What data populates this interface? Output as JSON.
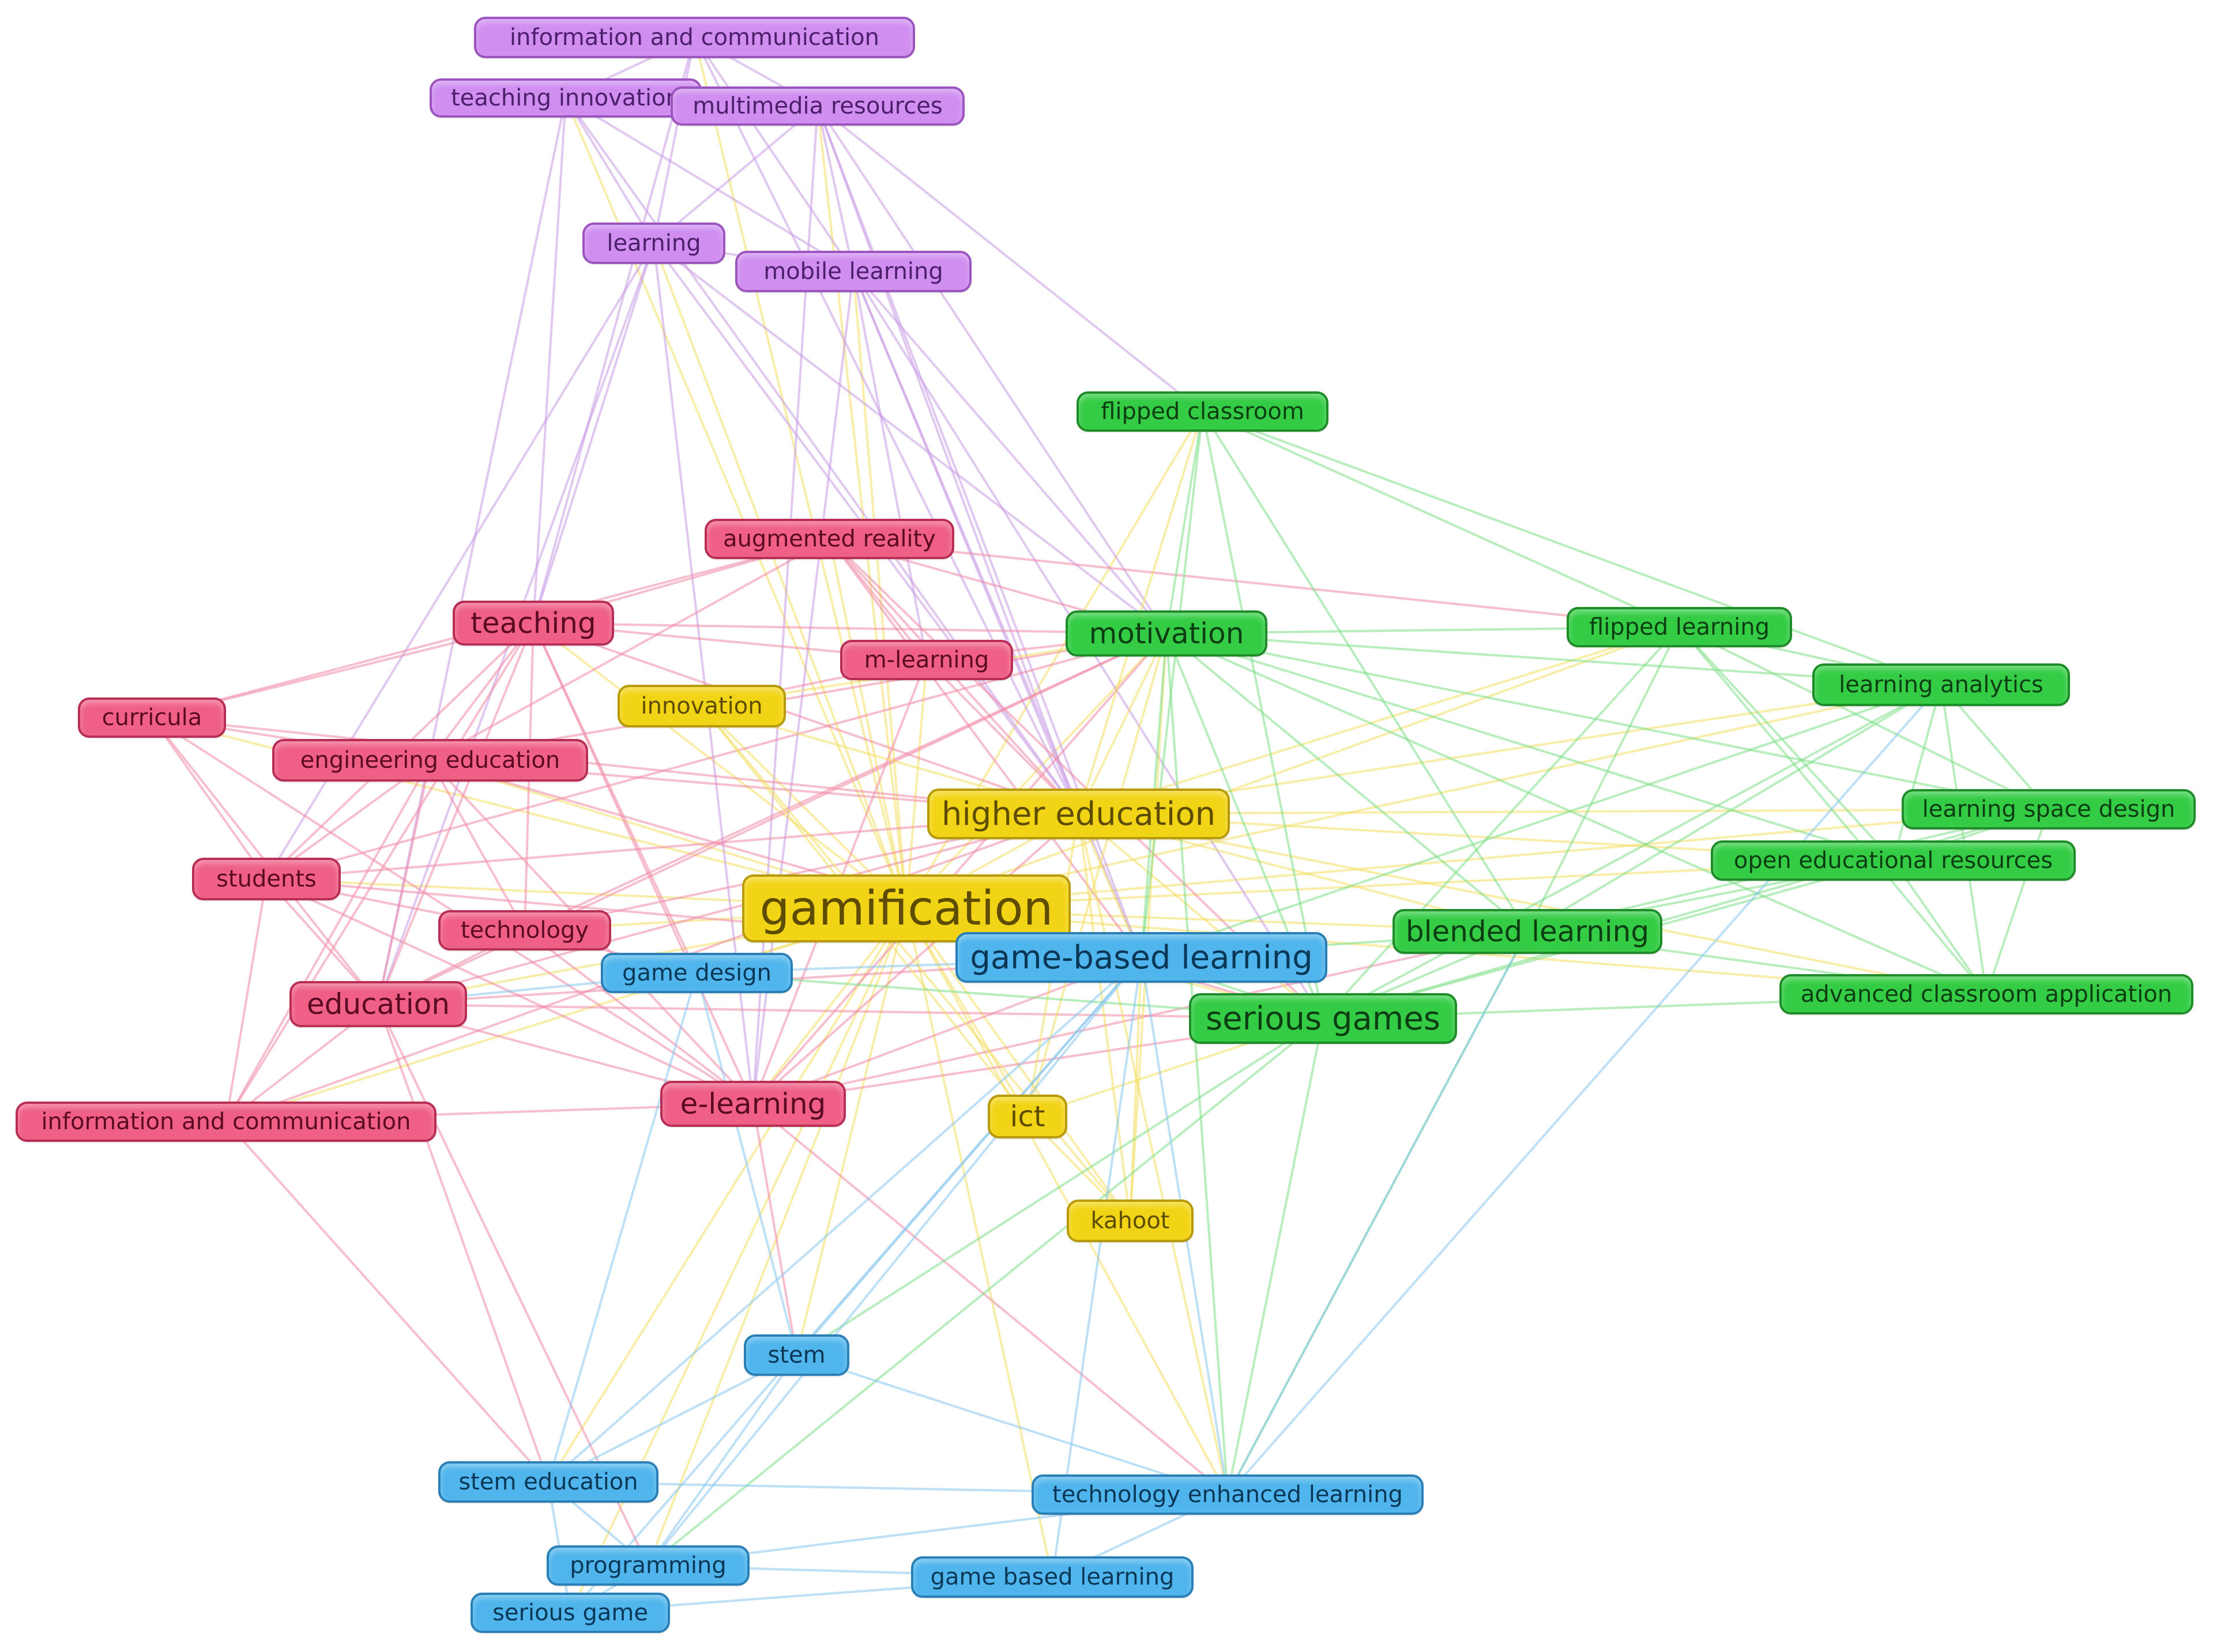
{
  "clusters": {
    "purple": {
      "fill": "#cf8ef0",
      "border": "#9c55be",
      "text": "#4b1f6a",
      "edge": "#c89ae6"
    },
    "red": {
      "fill": "#ef5f86",
      "border": "#b82e55",
      "text": "#5a0a22",
      "edge": "#f08aa6"
    },
    "yellow": {
      "fill": "#f2d416",
      "border": "#b79a06",
      "text": "#5e4c00",
      "edge": "#f3de62"
    },
    "green": {
      "fill": "#33cc44",
      "border": "#1f8c2a",
      "text": "#0d3d12",
      "edge": "#7ddf86"
    },
    "blue": {
      "fill": "#4fb5ec",
      "border": "#2a80b6",
      "text": "#0b3756",
      "edge": "#86c6ee"
    }
  },
  "nodes": [
    {
      "id": "info-comm-purple",
      "label": "information and communication",
      "cluster": "purple",
      "size": "s"
    },
    {
      "id": "teaching-innovation",
      "label": "teaching innovation",
      "cluster": "purple",
      "size": "s"
    },
    {
      "id": "multimedia-resources",
      "label": "multimedia resources",
      "cluster": "purple",
      "size": "s"
    },
    {
      "id": "learning",
      "label": "learning",
      "cluster": "purple",
      "size": "s"
    },
    {
      "id": "mobile-learning",
      "label": "mobile learning",
      "cluster": "purple",
      "size": "s"
    },
    {
      "id": "augmented-reality",
      "label": "augmented reality",
      "cluster": "red",
      "size": "s"
    },
    {
      "id": "teaching",
      "label": "teaching",
      "cluster": "red",
      "size": "m"
    },
    {
      "id": "m-learning",
      "label": "m-learning",
      "cluster": "red",
      "size": "s"
    },
    {
      "id": "curricula",
      "label": "curricula",
      "cluster": "red",
      "size": "s"
    },
    {
      "id": "engineering-education",
      "label": "engineering education",
      "cluster": "red",
      "size": "s"
    },
    {
      "id": "students",
      "label": "students",
      "cluster": "red",
      "size": "s"
    },
    {
      "id": "technology",
      "label": "technology",
      "cluster": "red",
      "size": "s"
    },
    {
      "id": "education",
      "label": "education",
      "cluster": "red",
      "size": "m"
    },
    {
      "id": "e-learning",
      "label": "e-learning",
      "cluster": "red",
      "size": "m"
    },
    {
      "id": "info-comm-red",
      "label": "information and communication",
      "cluster": "red",
      "size": "s"
    },
    {
      "id": "innovation",
      "label": "innovation",
      "cluster": "yellow",
      "size": "s"
    },
    {
      "id": "higher-education",
      "label": "higher education",
      "cluster": "yellow",
      "size": "l"
    },
    {
      "id": "gamification",
      "label": "gamification",
      "cluster": "yellow",
      "size": "xl"
    },
    {
      "id": "ict",
      "label": "ict",
      "cluster": "yellow",
      "size": "m"
    },
    {
      "id": "kahoot",
      "label": "kahoot",
      "cluster": "yellow",
      "size": "s"
    },
    {
      "id": "flipped-classroom",
      "label": "flipped classroom",
      "cluster": "green",
      "size": "s"
    },
    {
      "id": "motivation",
      "label": "motivation",
      "cluster": "green",
      "size": "m"
    },
    {
      "id": "flipped-learning",
      "label": "flipped learning",
      "cluster": "green",
      "size": "s"
    },
    {
      "id": "learning-analytics",
      "label": "learning analytics",
      "cluster": "green",
      "size": "s"
    },
    {
      "id": "learning-space-design",
      "label": "learning space design",
      "cluster": "green",
      "size": "s"
    },
    {
      "id": "open-educational-resources",
      "label": "open educational resources",
      "cluster": "green",
      "size": "s"
    },
    {
      "id": "blended-learning",
      "label": "blended learning",
      "cluster": "green",
      "size": "m"
    },
    {
      "id": "advanced-classroom-application",
      "label": "advanced classroom application",
      "cluster": "green",
      "size": "s"
    },
    {
      "id": "serious-games",
      "label": "serious games",
      "cluster": "green",
      "size": "l"
    },
    {
      "id": "game-based-learning-hyphen",
      "label": "game-based learning",
      "cluster": "blue",
      "size": "l"
    },
    {
      "id": "game-design",
      "label": "game design",
      "cluster": "blue",
      "size": "s"
    },
    {
      "id": "stem",
      "label": "stem",
      "cluster": "blue",
      "size": "s"
    },
    {
      "id": "stem-education",
      "label": "stem education",
      "cluster": "blue",
      "size": "s"
    },
    {
      "id": "technology-enhanced-learning",
      "label": "technology enhanced learning",
      "cluster": "blue",
      "size": "s"
    },
    {
      "id": "programming",
      "label": "programming",
      "cluster": "blue",
      "size": "s"
    },
    {
      "id": "game-based-learning",
      "label": "game based learning",
      "cluster": "blue",
      "size": "s"
    },
    {
      "id": "serious-game",
      "label": "serious game",
      "cluster": "blue",
      "size": "s"
    }
  ],
  "edges": [
    [
      "gamification",
      "higher-education"
    ],
    [
      "gamification",
      "game-based-learning-hyphen"
    ],
    [
      "gamification",
      "serious-games"
    ],
    [
      "gamification",
      "motivation"
    ],
    [
      "gamification",
      "blended-learning"
    ],
    [
      "gamification",
      "e-learning"
    ],
    [
      "gamification",
      "education"
    ],
    [
      "gamification",
      "teaching"
    ],
    [
      "gamification",
      "engineering-education"
    ],
    [
      "gamification",
      "students"
    ],
    [
      "gamification",
      "technology"
    ],
    [
      "gamification",
      "curricula"
    ],
    [
      "gamification",
      "info-comm-red"
    ],
    [
      "gamification",
      "augmented-reality"
    ],
    [
      "gamification",
      "m-learning"
    ],
    [
      "gamification",
      "innovation"
    ],
    [
      "gamification",
      "ict"
    ],
    [
      "gamification",
      "kahoot"
    ],
    [
      "gamification",
      "flipped-classroom"
    ],
    [
      "gamification",
      "flipped-learning"
    ],
    [
      "gamification",
      "learning-analytics"
    ],
    [
      "gamification",
      "learning-space-design"
    ],
    [
      "gamification",
      "open-educational-resources"
    ],
    [
      "gamification",
      "advanced-classroom-application"
    ],
    [
      "gamification",
      "game-design"
    ],
    [
      "gamification",
      "stem"
    ],
    [
      "gamification",
      "stem-education"
    ],
    [
      "gamification",
      "technology-enhanced-learning"
    ],
    [
      "gamification",
      "programming"
    ],
    [
      "gamification",
      "game-based-learning"
    ],
    [
      "gamification",
      "serious-game"
    ],
    [
      "gamification",
      "learning"
    ],
    [
      "gamification",
      "mobile-learning"
    ],
    [
      "gamification",
      "multimedia-resources"
    ],
    [
      "gamification",
      "teaching-innovation"
    ],
    [
      "gamification",
      "info-comm-purple"
    ],
    [
      "info-comm-purple",
      "teaching-innovation"
    ],
    [
      "info-comm-purple",
      "multimedia-resources"
    ],
    [
      "info-comm-purple",
      "learning"
    ],
    [
      "info-comm-purple",
      "mobile-learning"
    ],
    [
      "info-comm-purple",
      "higher-education"
    ],
    [
      "info-comm-purple",
      "teaching"
    ],
    [
      "teaching-innovation",
      "multimedia-resources"
    ],
    [
      "teaching-innovation",
      "learning"
    ],
    [
      "teaching-innovation",
      "mobile-learning"
    ],
    [
      "teaching-innovation",
      "teaching"
    ],
    [
      "teaching-innovation",
      "education"
    ],
    [
      "teaching-innovation",
      "higher-education"
    ],
    [
      "multimedia-resources",
      "learning"
    ],
    [
      "multimedia-resources",
      "mobile-learning"
    ],
    [
      "multimedia-resources",
      "flipped-classroom"
    ],
    [
      "multimedia-resources",
      "motivation"
    ],
    [
      "multimedia-resources",
      "higher-education"
    ],
    [
      "multimedia-resources",
      "e-learning"
    ],
    [
      "multimedia-resources",
      "game-based-learning-hyphen"
    ],
    [
      "learning",
      "mobile-learning"
    ],
    [
      "learning",
      "teaching"
    ],
    [
      "learning",
      "higher-education"
    ],
    [
      "learning",
      "e-learning"
    ],
    [
      "learning",
      "education"
    ],
    [
      "learning",
      "motivation"
    ],
    [
      "learning",
      "students"
    ],
    [
      "mobile-learning",
      "m-learning"
    ],
    [
      "mobile-learning",
      "higher-education"
    ],
    [
      "mobile-learning",
      "motivation"
    ],
    [
      "mobile-learning",
      "game-based-learning-hyphen"
    ],
    [
      "mobile-learning",
      "serious-games"
    ],
    [
      "mobile-learning",
      "e-learning"
    ],
    [
      "teaching",
      "engineering-education"
    ],
    [
      "teaching",
      "students"
    ],
    [
      "teaching",
      "curricula"
    ],
    [
      "teaching",
      "education"
    ],
    [
      "teaching",
      "technology"
    ],
    [
      "teaching",
      "e-learning"
    ],
    [
      "teaching",
      "motivation"
    ],
    [
      "teaching",
      "higher-education"
    ],
    [
      "teaching",
      "augmented-reality"
    ],
    [
      "teaching",
      "m-learning"
    ],
    [
      "teaching",
      "info-comm-red"
    ],
    [
      "teaching",
      "game-design"
    ],
    [
      "curricula",
      "engineering-education"
    ],
    [
      "curricula",
      "students"
    ],
    [
      "curricula",
      "education"
    ],
    [
      "curricula",
      "augmented-reality"
    ],
    [
      "curricula",
      "higher-education"
    ],
    [
      "curricula",
      "e-learning"
    ],
    [
      "engineering-education",
      "students"
    ],
    [
      "engineering-education",
      "education"
    ],
    [
      "engineering-education",
      "technology"
    ],
    [
      "engineering-education",
      "e-learning"
    ],
    [
      "engineering-education",
      "higher-education"
    ],
    [
      "engineering-education",
      "info-comm-red"
    ],
    [
      "engineering-education",
      "augmented-reality"
    ],
    [
      "engineering-education",
      "motivation"
    ],
    [
      "engineering-education",
      "serious-games"
    ],
    [
      "students",
      "education"
    ],
    [
      "students",
      "technology"
    ],
    [
      "students",
      "e-learning"
    ],
    [
      "students",
      "info-comm-red"
    ],
    [
      "students",
      "higher-education"
    ],
    [
      "students",
      "motivation"
    ],
    [
      "students",
      "game-based-learning-hyphen"
    ],
    [
      "education",
      "technology"
    ],
    [
      "education",
      "e-learning"
    ],
    [
      "education",
      "info-comm-red"
    ],
    [
      "education",
      "higher-education"
    ],
    [
      "education",
      "game-based-learning-hyphen"
    ],
    [
      "education",
      "serious-games"
    ],
    [
      "education",
      "motivation"
    ],
    [
      "education",
      "stem-education"
    ],
    [
      "education",
      "programming"
    ],
    [
      "technology",
      "e-learning"
    ],
    [
      "technology",
      "higher-education"
    ],
    [
      "technology",
      "game-design"
    ],
    [
      "technology",
      "motivation"
    ],
    [
      "info-comm-red",
      "e-learning"
    ],
    [
      "info-comm-red",
      "higher-education"
    ],
    [
      "info-comm-red",
      "stem-education"
    ],
    [
      "augmented-reality",
      "m-learning"
    ],
    [
      "augmented-reality",
      "higher-education"
    ],
    [
      "augmented-reality",
      "motivation"
    ],
    [
      "augmented-reality",
      "game-based-learning-hyphen"
    ],
    [
      "augmented-reality",
      "serious-games"
    ],
    [
      "augmented-reality",
      "flipped-learning"
    ],
    [
      "m-learning",
      "higher-education"
    ],
    [
      "m-learning",
      "motivation"
    ],
    [
      "m-learning",
      "e-learning"
    ],
    [
      "m-learning",
      "innovation"
    ],
    [
      "e-learning",
      "higher-education"
    ],
    [
      "e-learning",
      "motivation"
    ],
    [
      "e-learning",
      "serious-games"
    ],
    [
      "e-learning",
      "game-based-learning-hyphen"
    ],
    [
      "e-learning",
      "technology-enhanced-learning"
    ],
    [
      "e-learning",
      "stem"
    ],
    [
      "e-learning",
      "blended-learning"
    ],
    [
      "innovation",
      "higher-education"
    ],
    [
      "innovation",
      "ict"
    ],
    [
      "innovation",
      "kahoot"
    ],
    [
      "innovation",
      "motivation"
    ],
    [
      "higher-education",
      "ict"
    ],
    [
      "higher-education",
      "kahoot"
    ],
    [
      "higher-education",
      "motivation"
    ],
    [
      "higher-education",
      "blended-learning"
    ],
    [
      "higher-education",
      "serious-games"
    ],
    [
      "higher-education",
      "game-based-learning-hyphen"
    ],
    [
      "higher-education",
      "flipped-classroom"
    ],
    [
      "higher-education",
      "flipped-learning"
    ],
    [
      "higher-education",
      "learning-analytics"
    ],
    [
      "higher-education",
      "learning-space-design"
    ],
    [
      "higher-education",
      "open-educational-resources"
    ],
    [
      "higher-education",
      "advanced-classroom-application"
    ],
    [
      "higher-education",
      "technology-enhanced-learning"
    ],
    [
      "ict",
      "kahoot"
    ],
    [
      "ict",
      "motivation"
    ],
    [
      "ict",
      "serious-games"
    ],
    [
      "kahoot",
      "motivation"
    ],
    [
      "kahoot",
      "game-based-learning-hyphen"
    ],
    [
      "flipped-classroom",
      "motivation"
    ],
    [
      "flipped-classroom",
      "blended-learning"
    ],
    [
      "flipped-classroom",
      "learning-analytics"
    ],
    [
      "flipped-classroom",
      "flipped-learning"
    ],
    [
      "flipped-classroom",
      "serious-games"
    ],
    [
      "flipped-classroom",
      "game-based-learning-hyphen"
    ],
    [
      "motivation",
      "flipped-learning"
    ],
    [
      "motivation",
      "learning-analytics"
    ],
    [
      "motivation",
      "learning-space-design"
    ],
    [
      "motivation",
      "open-educational-resources"
    ],
    [
      "motivation",
      "blended-learning"
    ],
    [
      "motivation",
      "advanced-classroom-application"
    ],
    [
      "motivation",
      "serious-games"
    ],
    [
      "motivation",
      "game-based-learning-hyphen"
    ],
    [
      "motivation",
      "technology-enhanced-learning"
    ],
    [
      "flipped-learning",
      "learning-analytics"
    ],
    [
      "flipped-learning",
      "learning-space-design"
    ],
    [
      "flipped-learning",
      "open-educational-resources"
    ],
    [
      "flipped-learning",
      "blended-learning"
    ],
    [
      "flipped-learning",
      "advanced-classroom-application"
    ],
    [
      "flipped-learning",
      "serious-games"
    ],
    [
      "learning-analytics",
      "learning-space-design"
    ],
    [
      "learning-analytics",
      "open-educational-resources"
    ],
    [
      "learning-analytics",
      "blended-learning"
    ],
    [
      "learning-analytics",
      "advanced-classroom-application"
    ],
    [
      "learning-analytics",
      "serious-games"
    ],
    [
      "learning-analytics",
      "game-based-learning-hyphen"
    ],
    [
      "learning-space-design",
      "open-educational-resources"
    ],
    [
      "learning-space-design",
      "blended-learning"
    ],
    [
      "learning-space-design",
      "advanced-classroom-application"
    ],
    [
      "learning-space-design",
      "serious-games"
    ],
    [
      "open-educational-resources",
      "blended-learning"
    ],
    [
      "open-educational-resources",
      "advanced-classroom-application"
    ],
    [
      "open-educational-resources",
      "serious-games"
    ],
    [
      "blended-learning",
      "advanced-classroom-application"
    ],
    [
      "blended-learning",
      "serious-games"
    ],
    [
      "blended-learning",
      "game-based-learning-hyphen"
    ],
    [
      "blended-learning",
      "technology-enhanced-learning"
    ],
    [
      "advanced-classroom-application",
      "serious-games"
    ],
    [
      "serious-games",
      "game-based-learning-hyphen"
    ],
    [
      "serious-games",
      "technology-enhanced-learning"
    ],
    [
      "serious-games",
      "stem"
    ],
    [
      "serious-games",
      "game-design"
    ],
    [
      "serious-games",
      "programming"
    ],
    [
      "game-based-learning-hyphen",
      "game-design"
    ],
    [
      "game-based-learning-hyphen",
      "stem"
    ],
    [
      "game-based-learning-hyphen",
      "stem-education"
    ],
    [
      "game-based-learning-hyphen",
      "technology-enhanced-learning"
    ],
    [
      "game-based-learning-hyphen",
      "programming"
    ],
    [
      "game-based-learning-hyphen",
      "game-based-learning"
    ],
    [
      "game-based-learning-hyphen",
      "serious-game"
    ],
    [
      "game-design",
      "stem"
    ],
    [
      "game-design",
      "education"
    ],
    [
      "game-design",
      "stem-education"
    ],
    [
      "stem",
      "stem-education"
    ],
    [
      "stem",
      "programming"
    ],
    [
      "stem",
      "technology-enhanced-learning"
    ],
    [
      "stem-education",
      "programming"
    ],
    [
      "stem-education",
      "serious-game"
    ],
    [
      "stem-education",
      "technology-enhanced-learning"
    ],
    [
      "programming",
      "game-based-learning"
    ],
    [
      "programming",
      "serious-game"
    ],
    [
      "programming",
      "technology-enhanced-learning"
    ],
    [
      "technology-enhanced-learning",
      "game-based-learning"
    ],
    [
      "game-based-learning",
      "serious-game"
    ],
    [
      "technology-enhanced-learning",
      "learning-analytics"
    ],
    [
      "technology-enhanced-learning",
      "blended-learning"
    ]
  ]
}
